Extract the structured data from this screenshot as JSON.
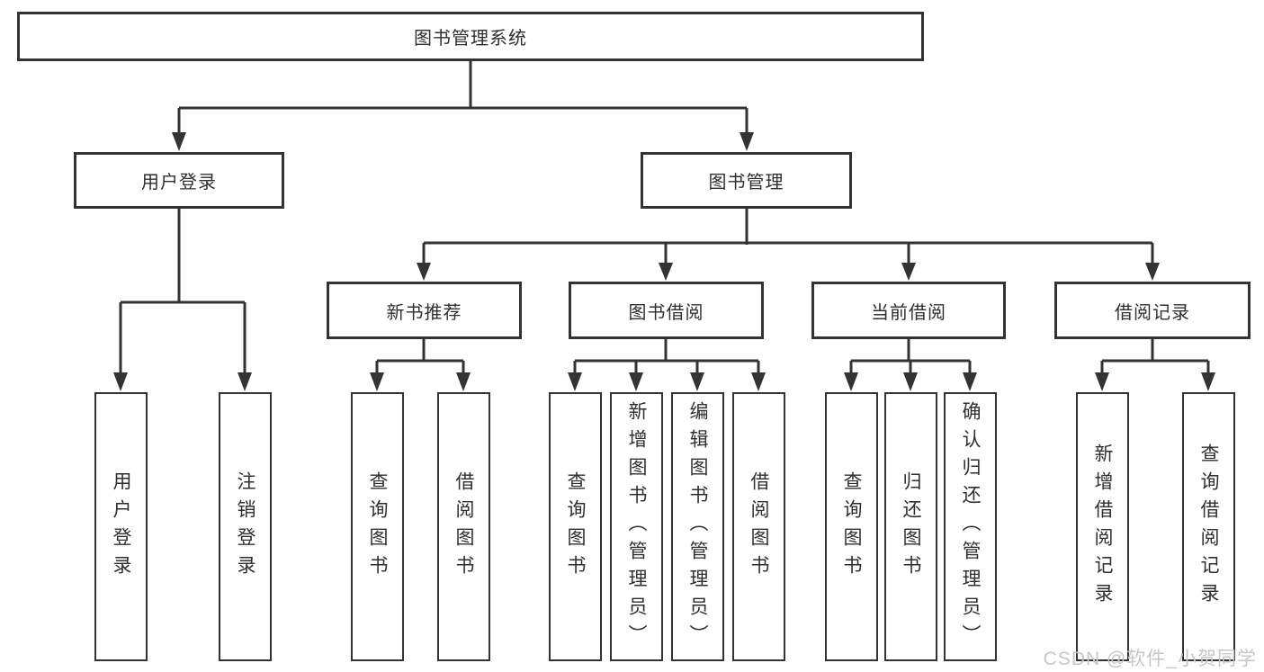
{
  "diagram": {
    "root": {
      "label": "图书管理系统"
    },
    "user_login_branch": {
      "label": "用户登录",
      "children": [
        {
          "label": "用户登录"
        },
        {
          "label": "注销登录"
        }
      ]
    },
    "book_mgmt_branch": {
      "label": "图书管理",
      "sections": [
        {
          "label": "新书推荐",
          "children": [
            {
              "label": "查询图书"
            },
            {
              "label": "借阅图书"
            }
          ]
        },
        {
          "label": "图书借阅",
          "children": [
            {
              "label": "查询图书"
            },
            {
              "label": "新增图书（管理员）"
            },
            {
              "label": "编辑图书（管理员）"
            },
            {
              "label": "借阅图书"
            }
          ]
        },
        {
          "label": "当前借阅",
          "children": [
            {
              "label": "查询图书"
            },
            {
              "label": "归还图书"
            },
            {
              "label": "确认归还（管理员）"
            }
          ]
        },
        {
          "label": "借阅记录",
          "children": [
            {
              "label": "新增借阅记录"
            },
            {
              "label": "查询借阅记录"
            }
          ]
        }
      ]
    },
    "colors": {
      "line": "#333333",
      "text": "#2f2f2f",
      "background": "#ffffff",
      "watermark": "#c6c6c6"
    }
  },
  "watermark": {
    "text": "CSDN @软件_小贺同学"
  }
}
